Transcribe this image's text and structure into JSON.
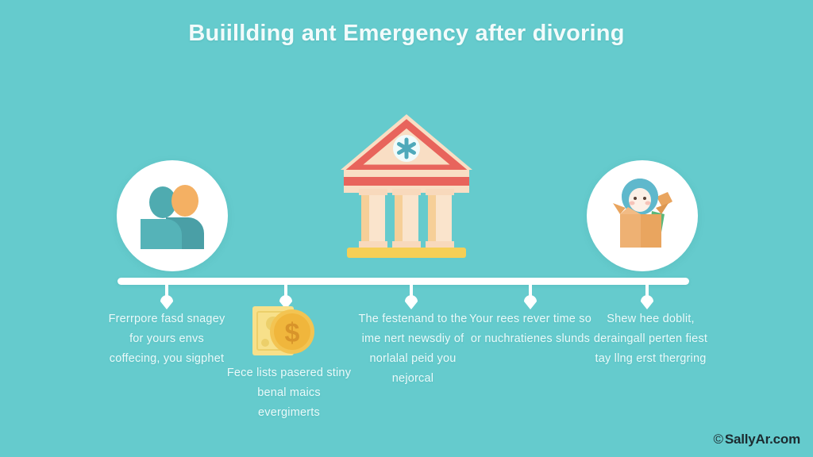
{
  "theme": {
    "background": "#65cbcd",
    "text_light": "#eafafa",
    "title_color": "#f2fbfb",
    "badge_fill": "#ffffff",
    "timeline_color": "#ffffff",
    "accent_coral": "#e8645c",
    "accent_cream": "#f8d9bc",
    "accent_yellow": "#f6cf56",
    "accent_gold": "#f0b63c",
    "accent_teal": "#4fabb0",
    "accent_orange": "#f4b063",
    "accent_box": "#e9a55f",
    "accent_green": "#5bb87a",
    "watermark_color": "#1c2b30"
  },
  "header": {
    "title": "Buiillding ant Emergency after divoring"
  },
  "icons": {
    "people_badge": "two-people-icon",
    "bank": "bank-building-icon",
    "bank_emblem": "asterisk-star-icon",
    "money": "money-note-coin-icon",
    "money_symbol": "$",
    "box_badge": "person-in-box-icon",
    "timeline_marker": "pin-marker-icon"
  },
  "timeline": {
    "marker_count": 5,
    "markers": [
      {
        "id": "marker-1",
        "x_percent": 8.6
      },
      {
        "id": "marker-2",
        "x_percent": 29.4
      },
      {
        "id": "marker-3",
        "x_percent": 51.4
      },
      {
        "id": "marker-4",
        "x_percent": 72.2
      },
      {
        "id": "marker-5",
        "x_percent": 92.6
      }
    ]
  },
  "captions": [
    {
      "id": "caption-1",
      "text": "Frerrpore fasd snagey for yours envs coffecing, you sigphet"
    },
    {
      "id": "caption-2",
      "text": "Fece lists pasered stiny benal maics evergimerts"
    },
    {
      "id": "caption-3",
      "text": "The festenand to the ime nert newsdiy of norlalal peid you nejorcal"
    },
    {
      "id": "caption-4",
      "text": "Your rees rever time so or nuchratienes slunds"
    },
    {
      "id": "caption-5",
      "text": "Shew hee doblit, deraingall perten fiest tay llng erst thergring"
    }
  ],
  "watermark": {
    "mark": "©",
    "text": "SallyAr.com"
  }
}
